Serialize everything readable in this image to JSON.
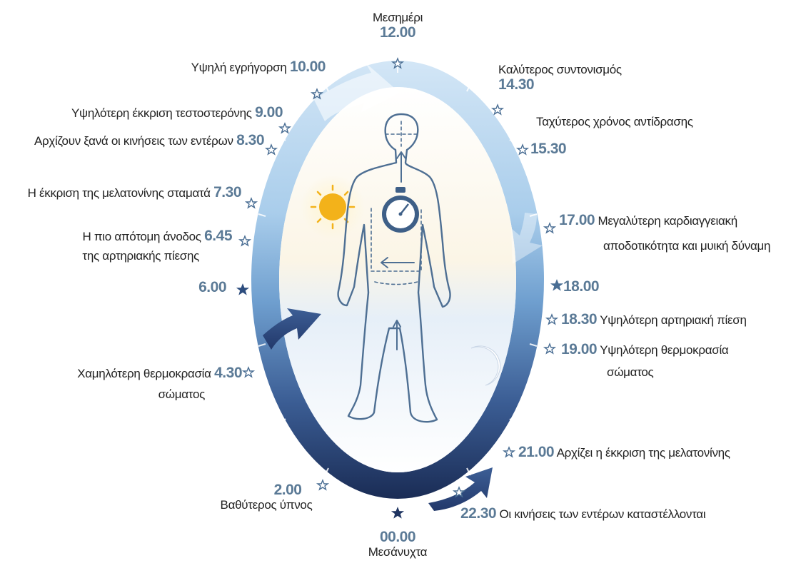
{
  "colors": {
    "ring_light": "#b9d8f0",
    "ring_mid": "#6f9fcf",
    "ring_dark": "#1f3461",
    "time_text": "#5b7a96",
    "label_text": "#222222",
    "sun": "#f3b21a",
    "star_outline": "#4a6e94",
    "star_fill_dark": "#2d4d7e"
  },
  "icons": [
    "sun-icon",
    "moon-icon",
    "stopwatch-icon",
    "human-figure",
    "star-marker-icon",
    "cycle-arrow"
  ],
  "labels": {
    "noon": {
      "time": "12.00",
      "desc": "Μεσημέρι"
    },
    "t1000": {
      "time": "10.00",
      "desc": "Υψηλή εγρήγορση"
    },
    "t0900": {
      "time": "9.00",
      "desc": "Υψηλότερη έκκριση τεστοστερόνης"
    },
    "t0830": {
      "time": "8.30",
      "desc": "Αρχίζουν ξανά οι κινήσεις των εντέρων"
    },
    "t0730": {
      "time": "7.30",
      "desc": "Η έκκριση της μελατονίνης σταματά"
    },
    "t0645": {
      "time": "6.45",
      "desc1": "Η πιο απότομη άνοδος",
      "desc2": "της αρτηριακής πίεσης"
    },
    "t0600": {
      "time": "6.00"
    },
    "t0430": {
      "time": "4.30",
      "desc1": "Χαμηλότερη θερμοκρασία",
      "desc2": "σώματος"
    },
    "t0200": {
      "time": "2.00",
      "desc": "Βαθύτερος ύπνος"
    },
    "midnight": {
      "time": "00.00",
      "desc": "Μεσάνυχτα"
    },
    "t1430": {
      "time": "14.30",
      "desc": "Καλύτερος συντονισμός"
    },
    "t1530": {
      "time": "15.30",
      "desc": "Ταχύτερος χρόνος αντίδρασης"
    },
    "t1700": {
      "time": "17.00",
      "desc1": "Μεγαλύτερη καρδιαγγειακή",
      "desc2": "αποδοτικότητα και μυική δύναμη"
    },
    "t1800": {
      "time": "18.00"
    },
    "t1830": {
      "time": "18.30",
      "desc": "Υψηλότερη αρτηριακή πίεση"
    },
    "t1900": {
      "time": "19.00",
      "desc1": "Υψηλότερη θερμοκρασία",
      "desc2": "σώματος"
    },
    "t2100": {
      "time": "21.00",
      "desc": "Αρχίζει η έκκριση της μελατονίνης"
    },
    "t2230": {
      "time": "22.30",
      "desc": "Οι κινήσεις των εντέρων καταστέλλονται"
    }
  }
}
